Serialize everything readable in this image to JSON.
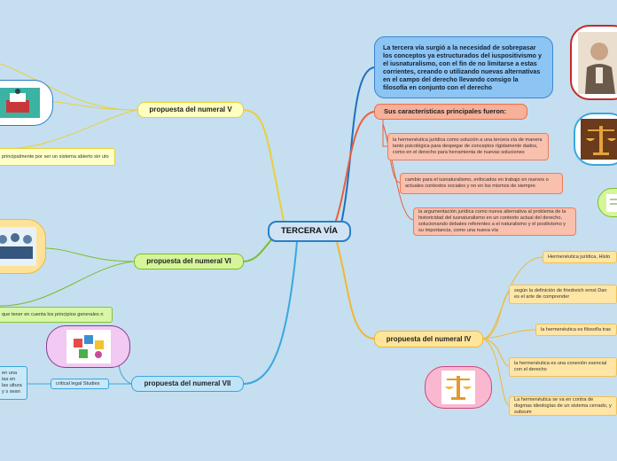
{
  "central": {
    "label": "TERCERA VÍA"
  },
  "intro": {
    "text": "La tercera vía surgió a la necesidad de sobrepasar los conceptos ya estructurados del iuspositivismo y el iusnaturalismo, con el fin de no limitarse a estas corrientes, creando o utilizando nuevas alternativas en el campo del derecho llevando consigo la filosofía en conjunto con el derecho"
  },
  "characteristics": {
    "heading": "Sus características principales fueron:",
    "items": [
      "la hermenéutica jurídica como solución a una tercera vía de manera tanto psicológica para despegar de conceptos rígidamente dados, como en el derecho para herramienta de nuevas soluciones",
      "cambio para el iusnaturalismo, enfocados en trabajo en nuevos o actuales contextos sociales y no en los mismos de siempre.",
      "la argumentación jurídica como nueva alternativa al problema de la historicidad del iusnaturalismo en un contexto actual del derecho, solucionando debates referentes a el naturalismo y el positivismo y su importancia, como una nueva vía"
    ]
  },
  "numeral_iv": {
    "label": "propuesta del numeral IV",
    "leaves": [
      "Hermenéutica jurídica, Histo",
      "según la definición de friedreich ernst Dan es el arte de comprender",
      "la hermenéutica es filosofía tras",
      "la hermenéutica es una conexión esencial con el derecho",
      "La hermenéutica se va en contra de dogmas ideologías de un sistema cerrado, y subsum"
    ]
  },
  "numeral_v": {
    "label": "propuesta del numeral V",
    "leaf": "principalmente por ser un sistema abierto sin uto"
  },
  "numeral_vi": {
    "label": "propuesta del numeral VI",
    "leaf": "que tener en cuenta los principios generales n"
  },
  "numeral_vii": {
    "label": "propuesta del numeral VII",
    "sub": "critical legal Studies",
    "leaf": "en una tas en las ultura y s sean"
  },
  "colors": {
    "blue_line": "#1f6fc0",
    "red_line": "#e8603c",
    "orange_line": "#f1b731",
    "yellow_line": "#e8cf3a",
    "green_line": "#7bbd2a",
    "cyan_line": "#38a8de"
  }
}
